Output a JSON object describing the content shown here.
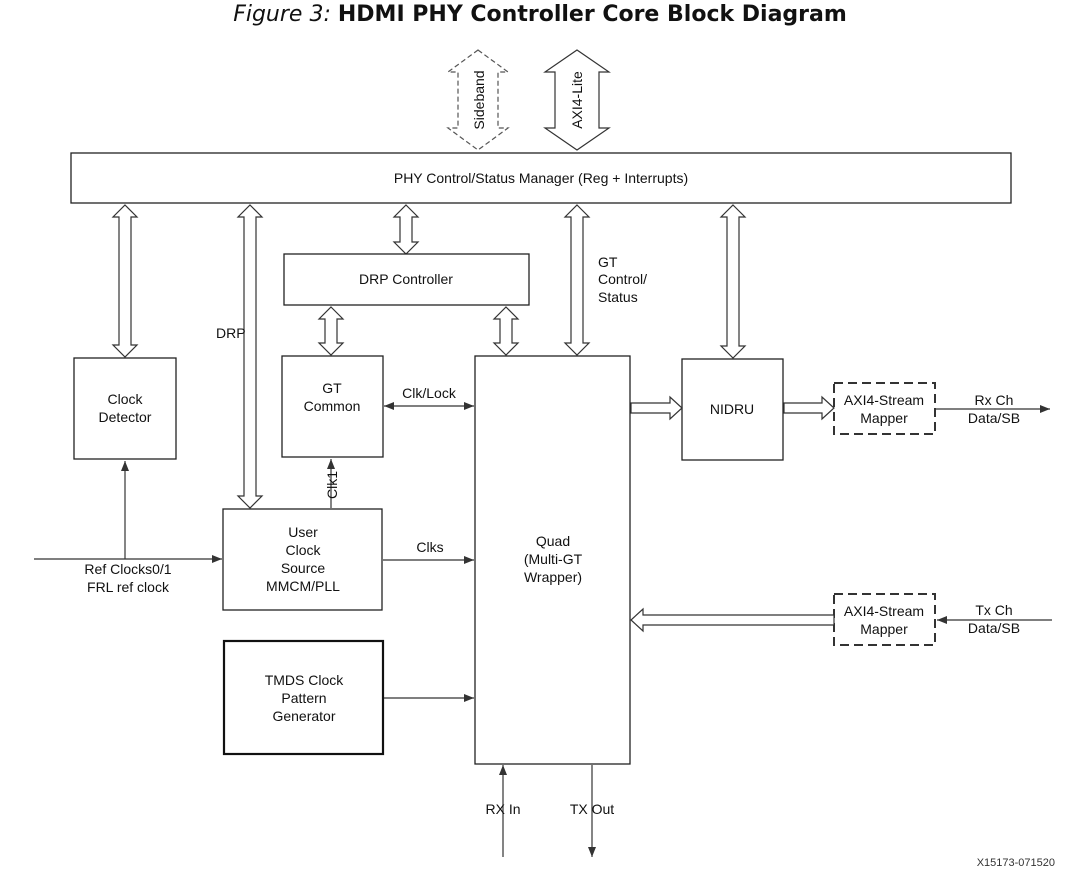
{
  "figure": {
    "prefix": "Figure 3:",
    "name": "HDMI PHY Controller Core Block Diagram",
    "id_code": "X15173-071520"
  },
  "blocks": {
    "manager": "PHY Control/Status Manager (Reg + Interrupts)",
    "drp_controller": "DRP Controller",
    "clock_detector": [
      "Clock",
      "Detector"
    ],
    "gt_common": [
      "GT",
      "Common"
    ],
    "user_clock_source": [
      "User",
      "Clock",
      "Source",
      "MMCM/PLL"
    ],
    "tmds_generator": [
      "TMDS Clock",
      "Pattern",
      "Generator"
    ],
    "quad": [
      "Quad",
      "(Multi-GT",
      "Wrapper)"
    ],
    "nidru": "NIDRU",
    "rx_mapper": [
      "AXI4-Stream",
      "Mapper"
    ],
    "tx_mapper": [
      "AXI4-Stream",
      "Mapper"
    ]
  },
  "labels": {
    "sideband": "Sideband",
    "axi4_lite": "AXI4-Lite",
    "drp": "DRP",
    "gt_control_status": [
      "GT",
      "Control/",
      "Status"
    ],
    "clk_lock": "Clk/Lock",
    "clk1": "Clk1",
    "clks": "Clks",
    "ref_clocks": [
      "Ref Clocks0/1",
      "FRL ref clock"
    ],
    "rx_ch": [
      "Rx Ch",
      "Data/SB"
    ],
    "tx_ch": [
      "Tx Ch",
      "Data/SB"
    ],
    "rx_in": "RX In",
    "tx_out": "TX Out"
  }
}
